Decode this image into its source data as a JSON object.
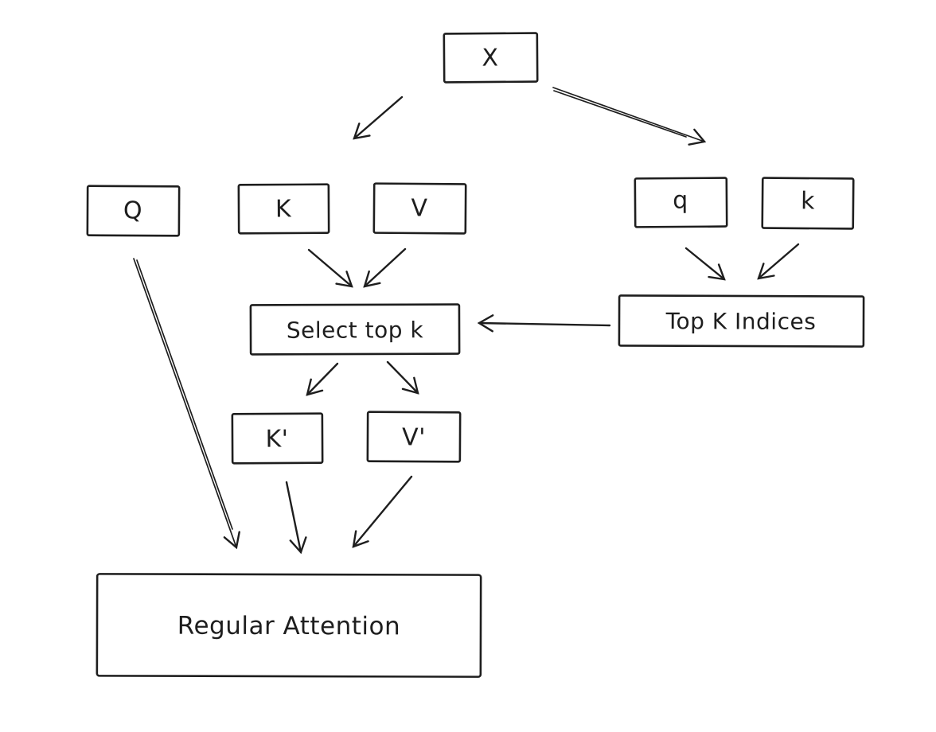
{
  "diagram": {
    "style": "hand-drawn flowchart",
    "colors": {
      "stroke": "#1e1e1e",
      "background": "#ffffff",
      "node_fill": "#ffffff"
    },
    "nodes": [
      {
        "id": "x",
        "label": "X"
      },
      {
        "id": "q-upper",
        "label": "Q"
      },
      {
        "id": "k-upper",
        "label": "K"
      },
      {
        "id": "v-upper",
        "label": "V"
      },
      {
        "id": "q-lower",
        "label": "q"
      },
      {
        "id": "k-lower",
        "label": "k"
      },
      {
        "id": "select-top-k",
        "label": "Select top k"
      },
      {
        "id": "top-k-indices",
        "label": "Top K Indices"
      },
      {
        "id": "k-prime",
        "label": "K'"
      },
      {
        "id": "v-prime",
        "label": "V'"
      },
      {
        "id": "regular-attention",
        "label": "Regular Attention"
      }
    ],
    "edges": [
      {
        "from": "X",
        "to": "K / V"
      },
      {
        "from": "X",
        "to": "q / k"
      },
      {
        "from": "K",
        "to": "Select top k"
      },
      {
        "from": "V",
        "to": "Select top k"
      },
      {
        "from": "q",
        "to": "Top K Indices"
      },
      {
        "from": "k",
        "to": "Top K Indices"
      },
      {
        "from": "Top K Indices",
        "to": "Select top k"
      },
      {
        "from": "Select top k",
        "to": "K'"
      },
      {
        "from": "Select top k",
        "to": "V'"
      },
      {
        "from": "Q",
        "to": "Regular Attention"
      },
      {
        "from": "K'",
        "to": "Regular Attention"
      },
      {
        "from": "V'",
        "to": "Regular Attention"
      }
    ]
  }
}
